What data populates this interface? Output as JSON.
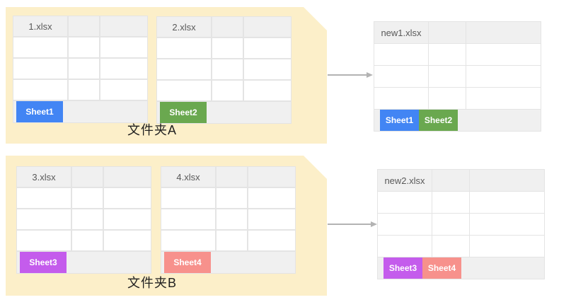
{
  "diagram": {
    "description_colors": {
      "folder_bg": "#FCEFC9",
      "table_header_bg": "#F0F0F0",
      "table_grid": "#E4E4E4",
      "arrow": "#B3B3B3"
    },
    "folders": [
      {
        "label": "文件夹A",
        "files": [
          {
            "name": "1.xlsx",
            "tab": {
              "label": "Sheet1",
              "color": "#4285F4"
            }
          },
          {
            "name": "2.xlsx",
            "tab": {
              "label": "Sheet2",
              "color": "#6AA84F"
            }
          }
        ]
      },
      {
        "label": "文件夹B",
        "files": [
          {
            "name": "3.xlsx",
            "tab": {
              "label": "Sheet3",
              "color": "#C45CEC"
            }
          },
          {
            "name": "4.xlsx",
            "tab": {
              "label": "Sheet4",
              "color": "#F7918C"
            }
          }
        ]
      }
    ],
    "outputs": [
      {
        "name": "new1.xlsx",
        "tabs": [
          {
            "label": "Sheet1",
            "color": "#4285F4"
          },
          {
            "label": "Sheet2",
            "color": "#6AA84F"
          }
        ]
      },
      {
        "name": "new2.xlsx",
        "tabs": [
          {
            "label": "Sheet3",
            "color": "#C45CEC"
          },
          {
            "label": "Sheet4",
            "color": "#F7918C"
          }
        ]
      }
    ]
  }
}
